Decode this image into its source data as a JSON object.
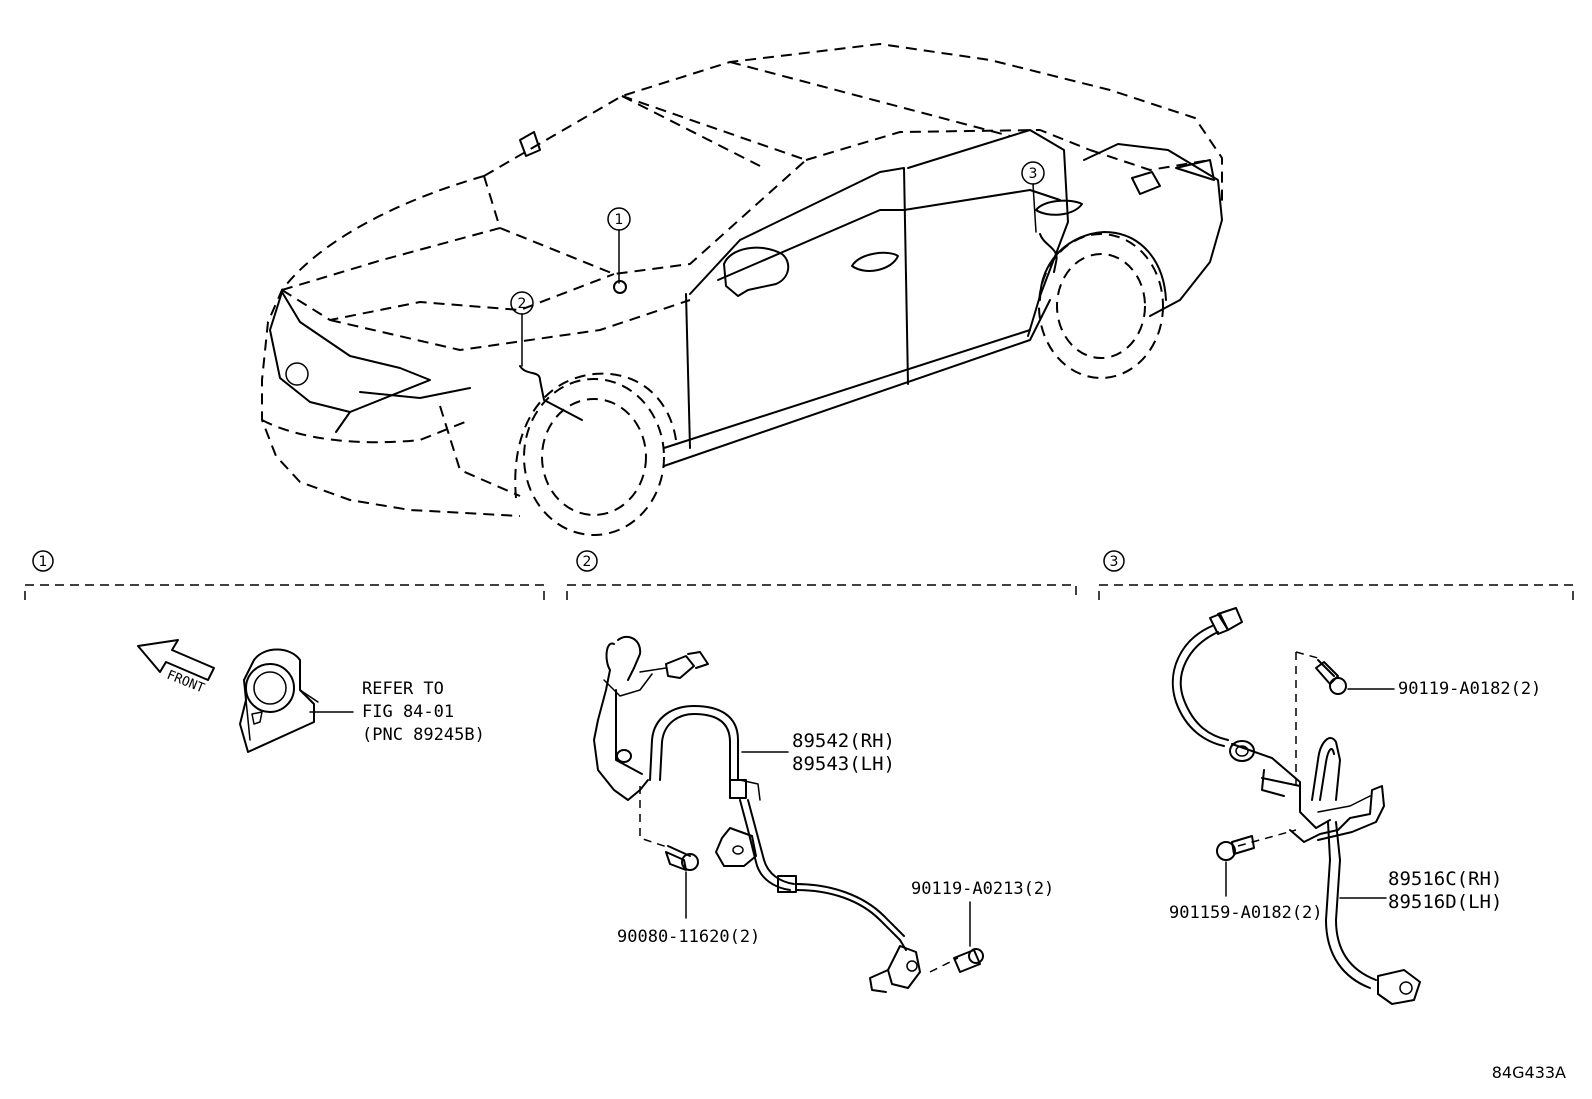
{
  "callouts": {
    "c1": "1",
    "c2": "2",
    "c3": "3"
  },
  "sections": [
    {
      "number": "1"
    },
    {
      "number": "2"
    },
    {
      "number": "3"
    }
  ],
  "section1": {
    "front_label": "FRONT",
    "refer_line1": "REFER TO",
    "refer_line2": "FIG 84-01",
    "refer_line3": "(PNC 89245B)"
  },
  "section2": {
    "sensor_rh": "89542(RH)",
    "sensor_lh": "89543(LH)",
    "bolt_right": "90119-A0213(2)",
    "bolt_left": "90080-11620(2)"
  },
  "section3": {
    "bolt_upper": "90119-A0182(2)",
    "bolt_lower": "901159-A0182(2)",
    "sensor_rh": "89516C(RH)",
    "sensor_lh": "89516D(LH)"
  },
  "figure_code": "84G433A"
}
